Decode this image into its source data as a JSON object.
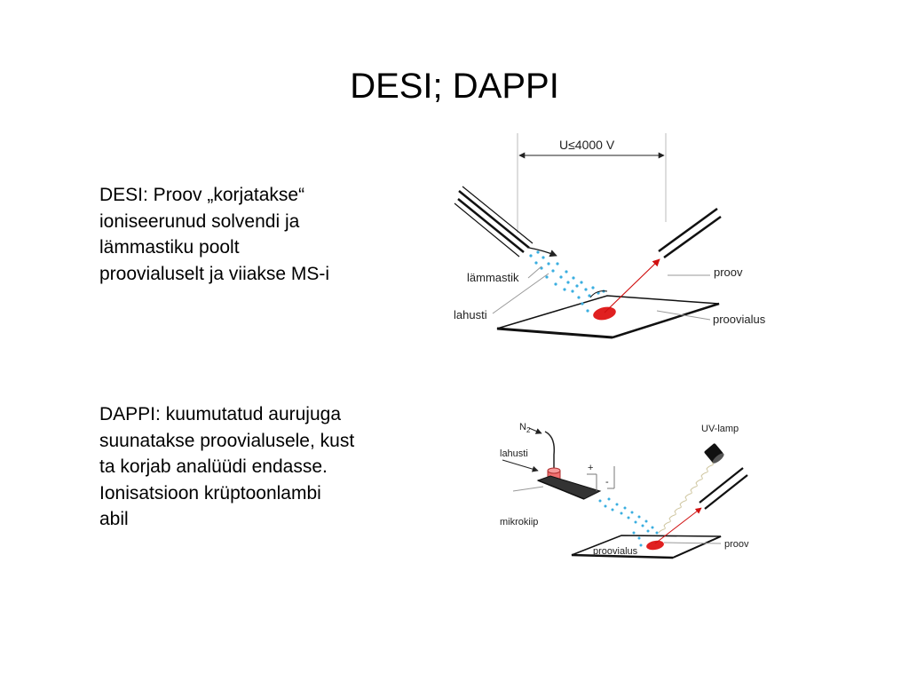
{
  "slide": {
    "title": "DESI; DAPPI"
  },
  "desi": {
    "text_lines": [
      "DESI: Proov „korjatakse“",
      "ioniseerunud solvendi ja",
      "lämmastiku poolt",
      "proovialuselt ja viiakse MS-i"
    ],
    "labels": {
      "voltage": "U≤4000 V",
      "nitrogen": "lämmastik",
      "solvent": "lahusti",
      "sample": "proov",
      "surface": "proovialus"
    }
  },
  "dappi": {
    "text_lines": [
      "DAPPI: kuumutatud aurujuga",
      "suunatakse proovialusele, kust",
      "ta korjab analüüdi endasse.",
      "Ionisatsioon krüptoonlambi",
      "abil"
    ],
    "labels": {
      "n2": "N",
      "n2_sub": "2",
      "solvent": "lahusti",
      "plus": "+",
      "minus": "-",
      "microchip": "mikrokiip",
      "uv_lamp": "UV-lamp",
      "sample": "proov",
      "surface": "proovialus"
    }
  },
  "colors": {
    "spray": "#3aaee0",
    "sample_spot": "#e02020",
    "ion_path": "#e02020",
    "heater": "#f07070"
  }
}
